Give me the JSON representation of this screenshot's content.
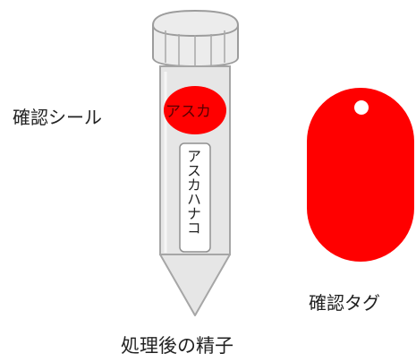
{
  "labels": {
    "confirm_seal": "確認シール",
    "confirm_tag": "確認タグ",
    "caption": "処理後の精子"
  },
  "tube": {
    "seal_text": "アスカ",
    "name_label": "アスカハナコ"
  },
  "colors": {
    "seal": "#ff0000",
    "tag": "#ff0000",
    "tube_fill": "#e6e6e6",
    "tube_stroke": "#a6a6a6",
    "text": "#222222"
  }
}
